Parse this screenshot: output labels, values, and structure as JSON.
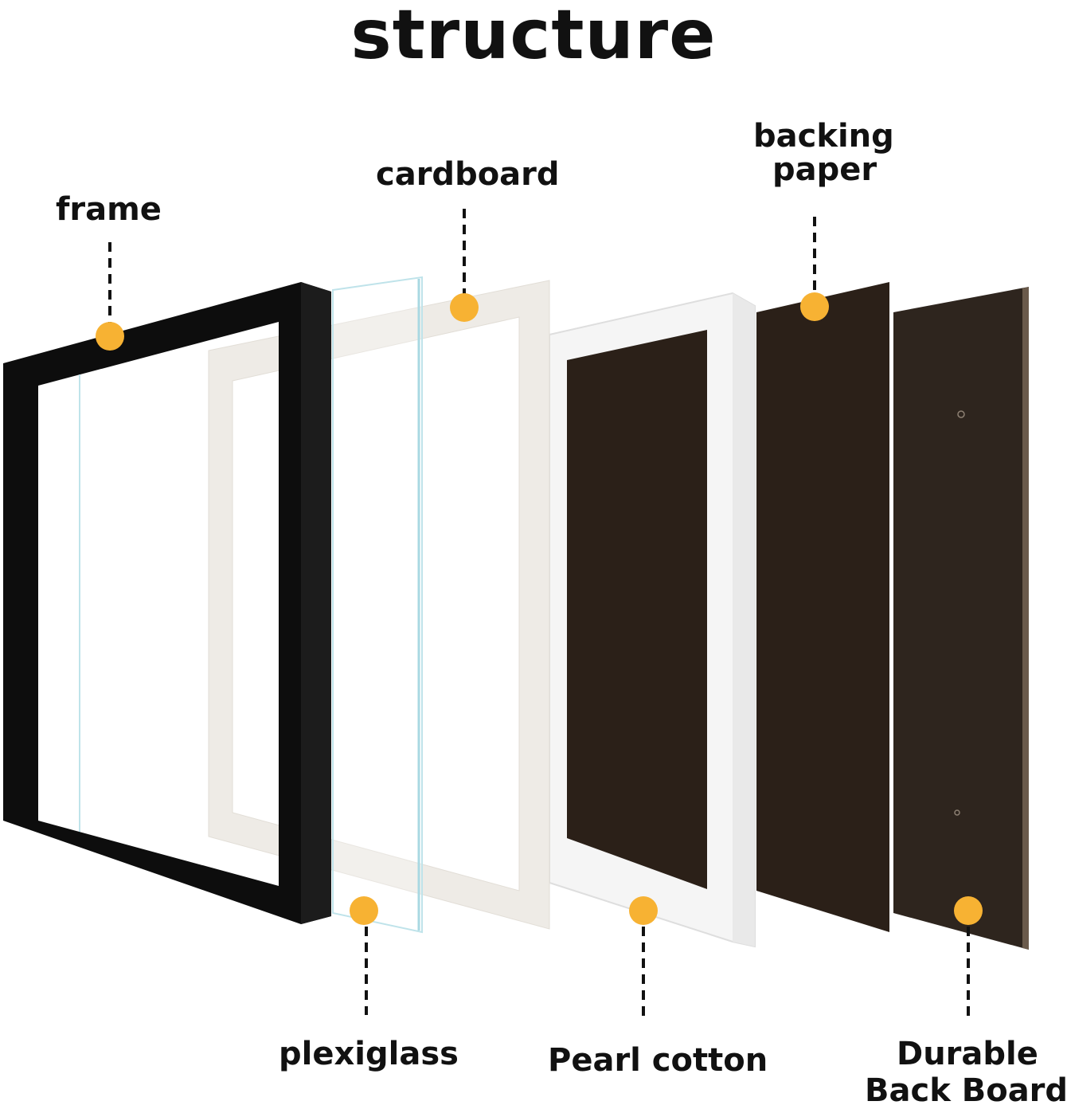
{
  "title": "structure",
  "labels": {
    "frame": "frame",
    "cardboard": "cardboard",
    "backing_paper_1": "backing",
    "backing_paper_2": "paper",
    "plexiglass": "plexiglass",
    "pearl_cotton": "Pearl cotton",
    "back_board_1": "Durable",
    "back_board_2": "Back Board"
  },
  "colors": {
    "marker": "#F7B233",
    "frame": "#0d0d0d",
    "mat": "#eeebe6",
    "glass_edge": "#bfe3ea",
    "foam": "#f6f6f6",
    "backing": "#2b2018",
    "board": "#2e251e"
  }
}
